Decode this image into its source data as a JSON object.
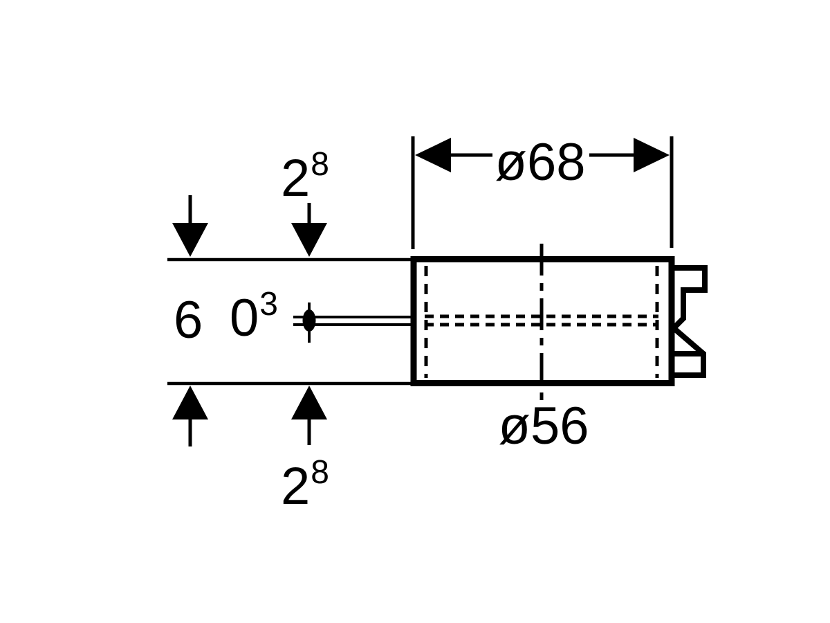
{
  "canvas": {
    "background_color": "#ffffff",
    "line_color": "#000000"
  },
  "labels": {
    "top_thickness": {
      "base": "2",
      "sup": "8"
    },
    "bottom_thickness": {
      "base": "2",
      "sup": "8"
    },
    "left_dim_first": "6",
    "left_dim_second": {
      "base": "0",
      "sup": "3"
    },
    "outer_width": "ø68",
    "diameter": "ø56"
  }
}
